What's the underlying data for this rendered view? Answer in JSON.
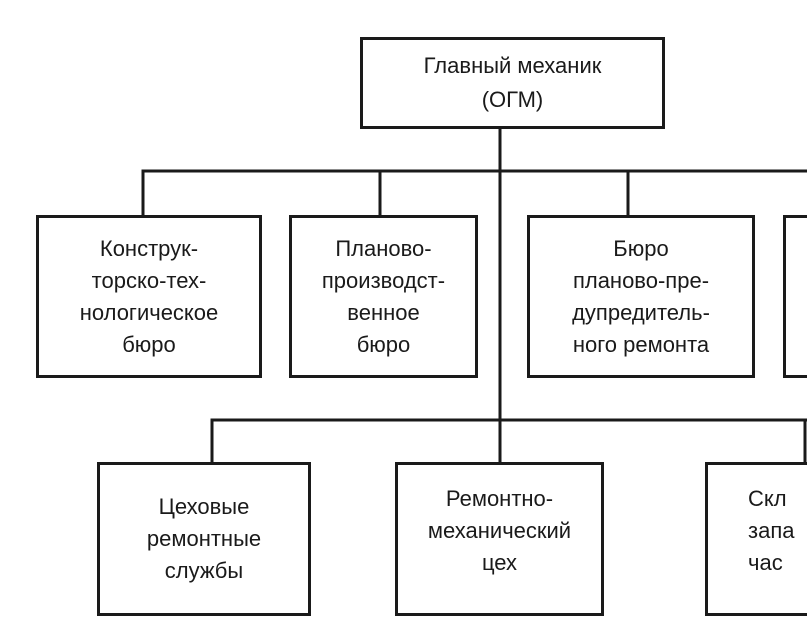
{
  "root": {
    "label": "Главный механик\n(ОГМ)"
  },
  "row1": [
    {
      "label": "Конструк-\nторско-тех-\nнологическое\nбюро"
    },
    {
      "label": "Планово-\nпроизводст-\nвенное\nбюро"
    },
    {
      "label": "Бюро\nпланово-пре-\nдупредитель-\nного ремонта"
    },
    {
      "label": ""
    }
  ],
  "row2": [
    {
      "label": "Цеховые\nремонтные\nслужбы"
    },
    {
      "label": "Ремонтно-\nмеханический\nцех"
    },
    {
      "label": "Скл\nзапа\nчас"
    }
  ],
  "colors": {
    "line": "#1a1a1a",
    "background": "#ffffff"
  }
}
